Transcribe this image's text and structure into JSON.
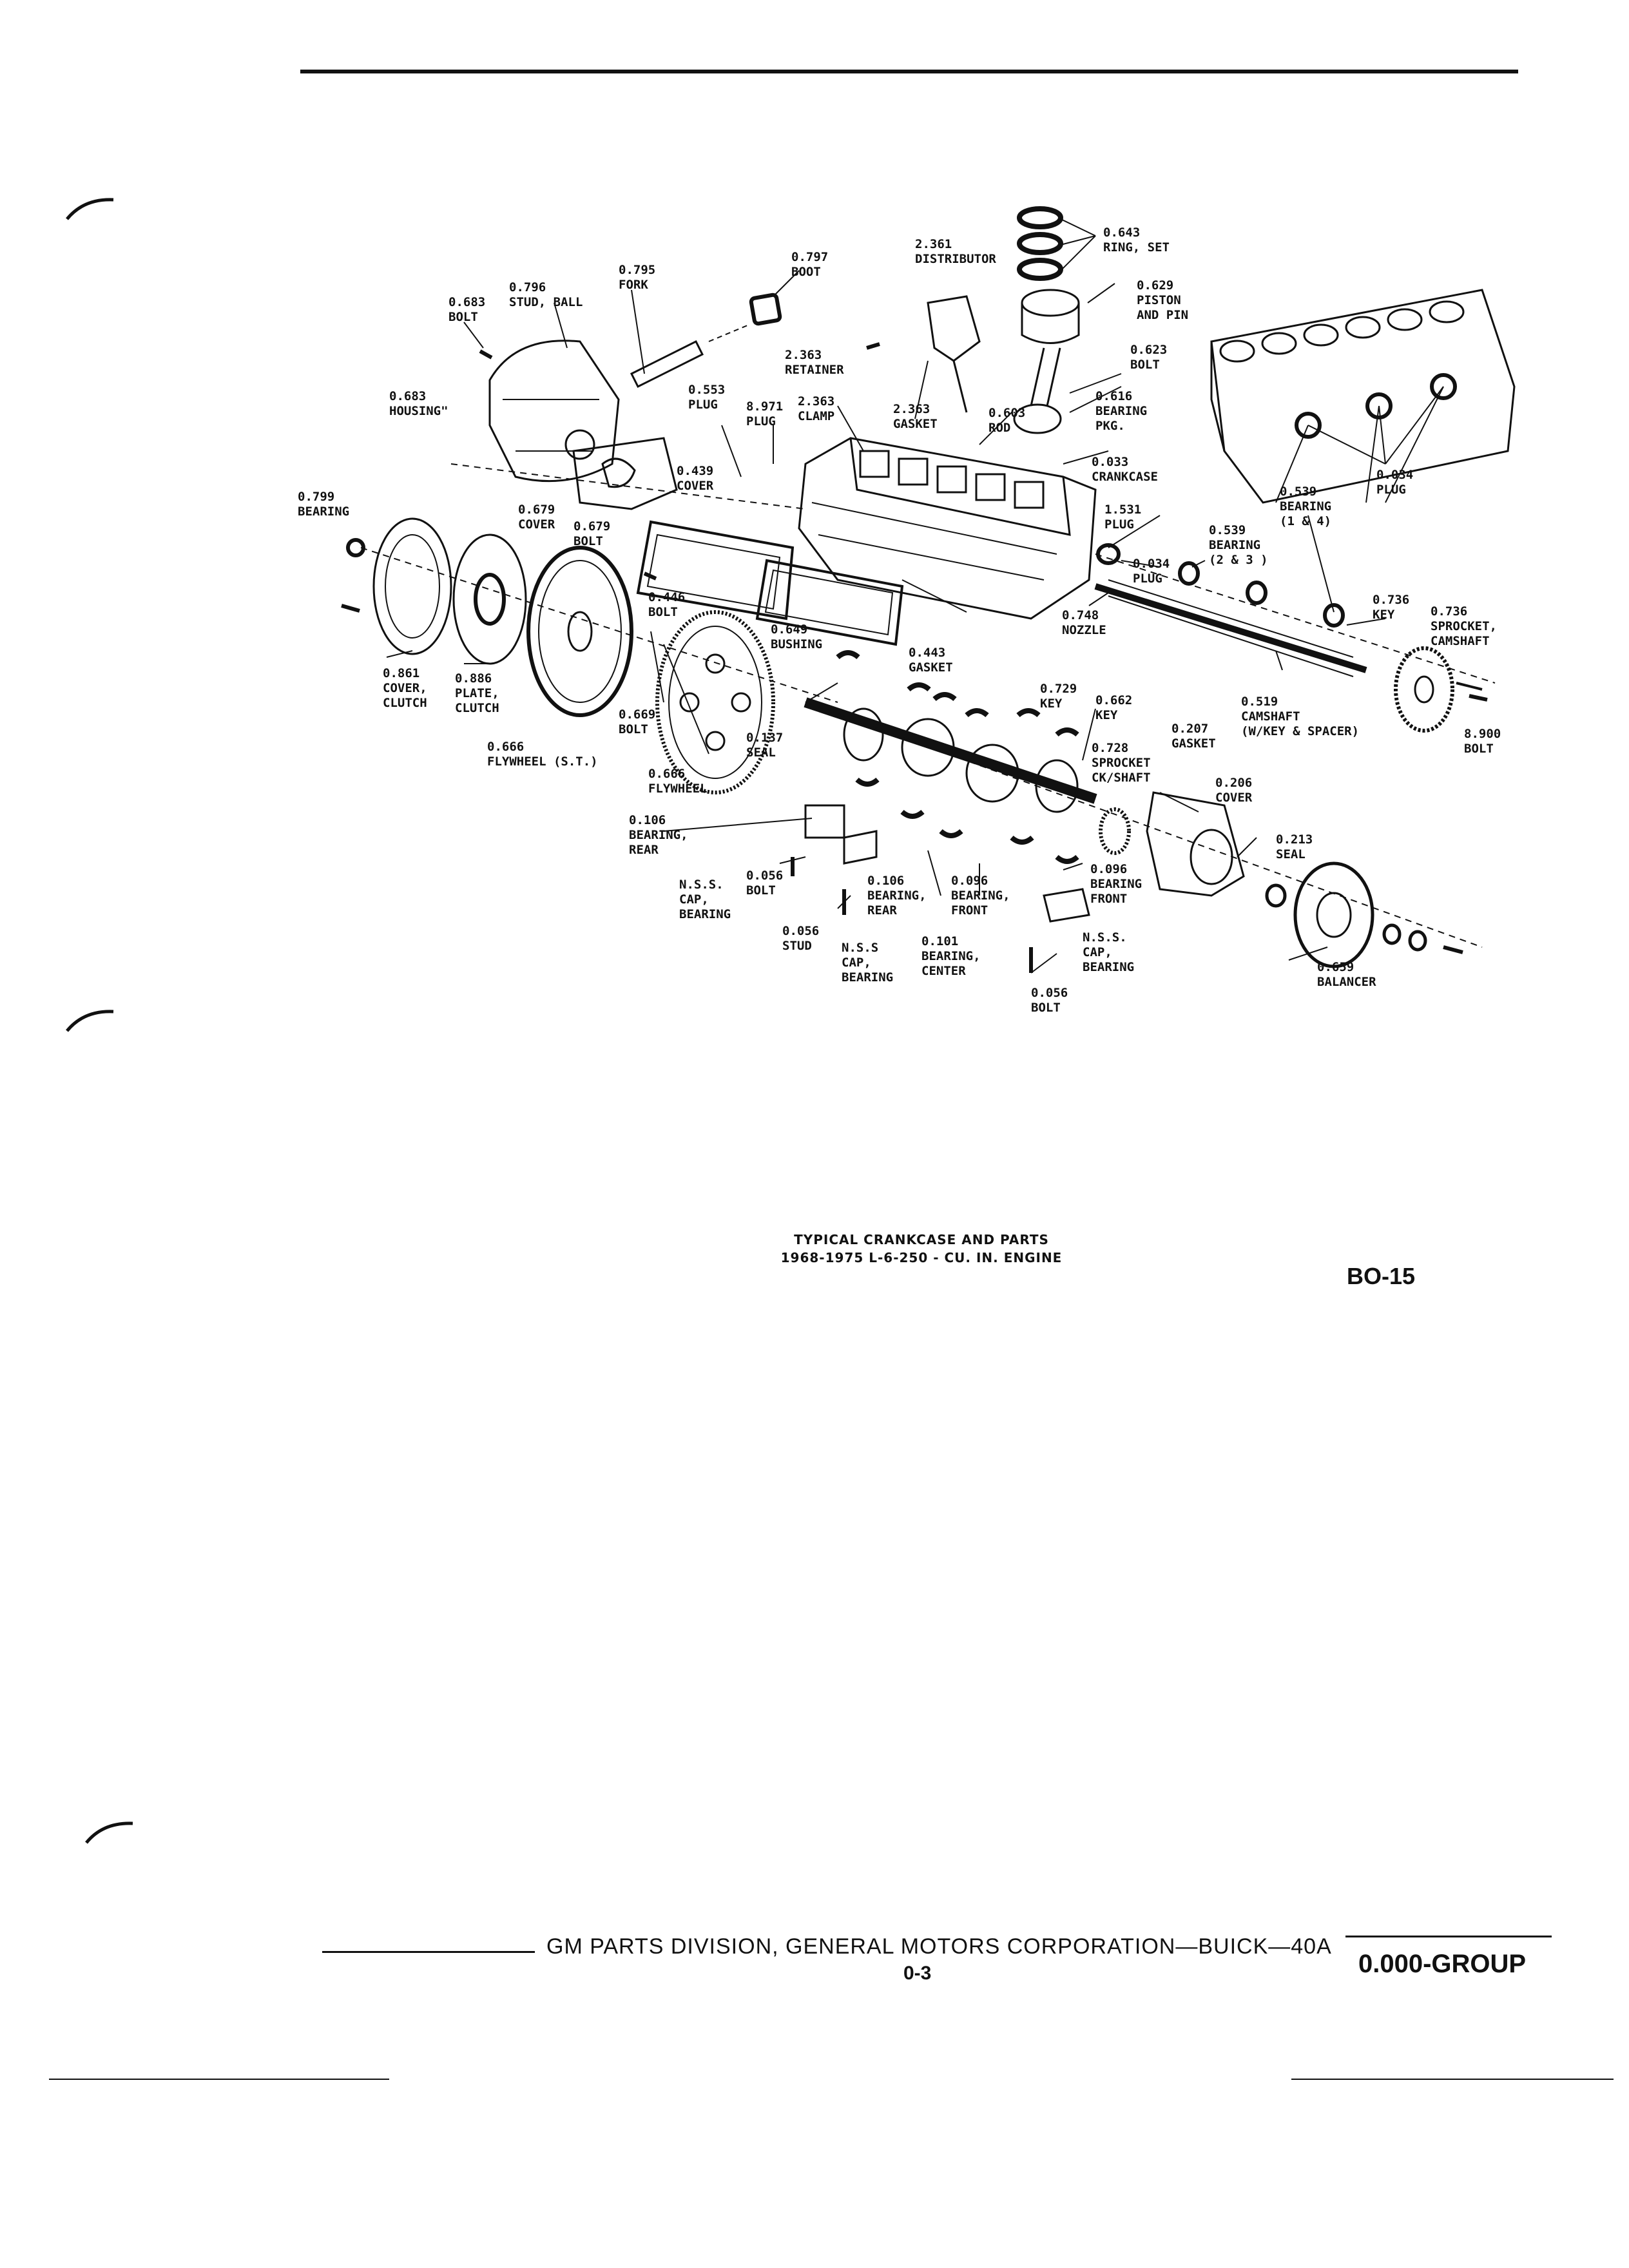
{
  "figure": {
    "caption_line1": "TYPICAL CRANKCASE AND PARTS",
    "caption_line2": "1968-1975 L-6-250 - CU. IN. ENGINE",
    "figure_code": "BO-15"
  },
  "footer": {
    "publisher": "GM PARTS DIVISION, GENERAL MOTORS CORPORATION—BUICK—40A",
    "page": "0-3",
    "group": "0.000-GROUP"
  },
  "callouts": [
    [
      "0.643",
      "RING, SET"
    ],
    [
      "2.361",
      "DISTRIBUTOR"
    ],
    [
      "0.797",
      "BOOT"
    ],
    [
      "0.795",
      "FORK"
    ],
    [
      "0.796",
      "STUD, BALL"
    ],
    [
      "0.683",
      "BOLT"
    ],
    [
      "0.629",
      "PISTON",
      "AND PIN"
    ],
    [
      "0.623",
      "BOLT"
    ],
    [
      "2.363",
      "RETAINER"
    ],
    [
      "0.553",
      "PLUG"
    ],
    [
      "8.971",
      "PLUG"
    ],
    [
      "2.363",
      "CLAMP"
    ],
    [
      "2.363",
      "GASKET"
    ],
    [
      "0.603",
      "ROD"
    ],
    [
      "0.616",
      "BEARING",
      "PKG."
    ],
    [
      "0.683",
      "HOUSING\""
    ],
    [
      "0.033",
      "CRANKCASE"
    ],
    [
      "0.034",
      "PLUG"
    ],
    [
      "0.439",
      "COVER"
    ],
    [
      "0.799",
      "BEARING"
    ],
    [
      "0.679",
      "COVER"
    ],
    [
      "0.679",
      "BOLT"
    ],
    [
      "1.531",
      "PLUG"
    ],
    [
      "0.539",
      "BEARING",
      "(1 & 4)"
    ],
    [
      "0.539",
      "BEARING",
      "(2 & 3 )"
    ],
    [
      "0.034",
      "PLUG"
    ],
    [
      "0.446",
      "BOLT"
    ],
    [
      "0.736",
      "KEY"
    ],
    [
      "0.736",
      "SPROCKET,",
      "CAMSHAFT"
    ],
    [
      "0.748",
      "NOZZLE"
    ],
    [
      "0.649",
      "BUSHING"
    ],
    [
      "0.443",
      "GASKET"
    ],
    [
      "0.861",
      "COVER,",
      "CLUTCH"
    ],
    [
      "0.886",
      "PLATE,",
      "CLUTCH"
    ],
    [
      "0.729",
      "KEY"
    ],
    [
      "0.662",
      "KEY"
    ],
    [
      "0.519",
      "CAMSHAFT",
      "(W/KEY & SPACER)"
    ],
    [
      "0.669",
      "BOLT"
    ],
    [
      "0.137",
      "SEAL"
    ],
    [
      "0.728",
      "SPROCKET",
      "CK/SHAFT"
    ],
    [
      "0.207",
      "GASKET"
    ],
    [
      "8.900",
      "BOLT"
    ],
    [
      "0.666",
      "FLYWHEEL (S.T.)"
    ],
    [
      "0.666",
      "FLYWHEEL"
    ],
    [
      "0.206",
      "COVER"
    ],
    [
      "0.106",
      "BEARING,",
      "REAR"
    ],
    [
      "0.213",
      "SEAL"
    ],
    [
      "0.056",
      "BOLT"
    ],
    [
      "N.S.S.",
      "CAP,",
      "BEARING"
    ],
    [
      "0.106",
      "BEARING,",
      "REAR"
    ],
    [
      "0.096",
      "BEARING,",
      "FRONT"
    ],
    [
      "0.096",
      "BEARING",
      "FRONT"
    ],
    [
      "0.056",
      "STUD"
    ],
    [
      "N.S.S",
      "CAP,",
      "BEARING"
    ],
    [
      "0.101",
      "BEARING,",
      "CENTER"
    ],
    [
      "N.S.S.",
      "CAP,",
      "BEARING"
    ],
    [
      "0.659",
      "BALANCER"
    ],
    [
      "0.056",
      "BOLT"
    ]
  ]
}
